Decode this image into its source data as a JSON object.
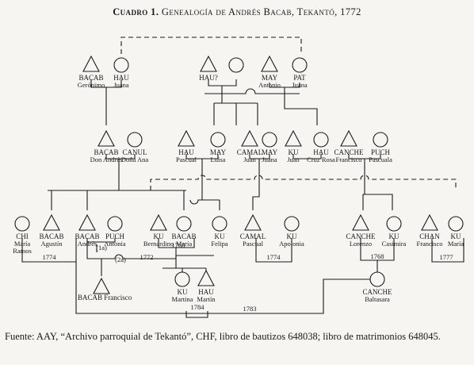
{
  "title": {
    "number": "Cuadro 1.",
    "text": "Genealogía de Andrés Bacab, Tekantó, 1772"
  },
  "persons": [
    {
      "surname": "BACAB",
      "given": "Gerónimo",
      "sym": "tri"
    },
    {
      "surname": "HAU",
      "given": "Juana",
      "sym": "circ"
    },
    {
      "surname": "HAU?",
      "given": "",
      "sym": "tri"
    },
    {
      "surname": "",
      "given": "",
      "sym": "circ"
    },
    {
      "surname": "MAY",
      "given": "Antonio",
      "sym": "tri"
    },
    {
      "surname": "PAT",
      "given": "Juana",
      "sym": "circ"
    },
    {
      "surname": "BACAB",
      "given": "Don Andrés",
      "sym": "tri"
    },
    {
      "surname": "CANUL",
      "given": "Doña Ana",
      "sym": "circ"
    },
    {
      "surname": "HAU",
      "given": "Pascual",
      "sym": "tri"
    },
    {
      "surname": "MAY",
      "given": "Luisa",
      "sym": "circ"
    },
    {
      "surname": "CAMAL",
      "given": "Juan",
      "sym": "tri"
    },
    {
      "surname": "MAY",
      "given": "Juana",
      "sym": "circ"
    },
    {
      "surname": "KU",
      "given": "Juan",
      "sym": "tri"
    },
    {
      "surname": "HAU",
      "given": "Cruz Rosa",
      "sym": "circ"
    },
    {
      "surname": "CANCHE",
      "given": "Francisco",
      "sym": "tri"
    },
    {
      "surname": "PUCH",
      "given": "Pascuala",
      "sym": "circ"
    },
    {
      "surname": "CHI",
      "given": "María Ramos",
      "sym": "circ"
    },
    {
      "surname": "BACAB",
      "given": "Agustín",
      "sym": "tri"
    },
    {
      "surname": "BACAB",
      "given": "Andrés",
      "sym": "tri"
    },
    {
      "surname": "PUCH",
      "given": "Antonia",
      "sym": "circ"
    },
    {
      "surname": "KU",
      "given": "Bernardino",
      "sym": "tri"
    },
    {
      "surname": "BACAB",
      "given": "María",
      "sym": "circ"
    },
    {
      "surname": "KU",
      "given": "Felipa",
      "sym": "circ"
    },
    {
      "surname": "CAMAL",
      "given": "Pascual",
      "sym": "tri"
    },
    {
      "surname": "KU",
      "given": "Apolonia",
      "sym": "circ"
    },
    {
      "surname": "CANCHE",
      "given": "Lorenzo",
      "sym": "tri"
    },
    {
      "surname": "KU",
      "given": "Casimira",
      "sym": "circ"
    },
    {
      "surname": "CHAN",
      "given": "Francisco",
      "sym": "tri"
    },
    {
      "surname": "KU",
      "given": "María",
      "sym": "circ"
    },
    {
      "surname": "BACAB",
      "given": "Francisco",
      "sym": "tri"
    },
    {
      "surname": "KU",
      "given": "Martina",
      "sym": "circ"
    },
    {
      "surname": "HAU",
      "given": "Martín",
      "sym": "tri"
    },
    {
      "surname": "CANCHE",
      "given": "Baltasara",
      "sym": "circ"
    }
  ],
  "years": [
    "1774",
    "1772",
    "1768",
    "1774",
    "1768",
    "1777",
    "1784",
    "1783"
  ],
  "marks": [
    "(1a)",
    "(2a)"
  ],
  "caption": "Fuente: AAY, “Archivo parroquial de Tekantó”, CHF, libro de bautizos 648038; libro de matrimonios 648045."
}
